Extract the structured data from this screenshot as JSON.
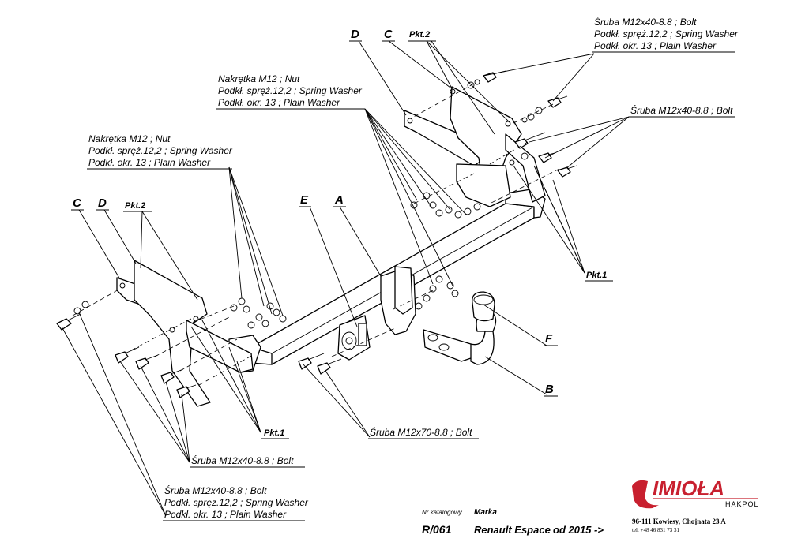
{
  "letters": {
    "D_top": "D",
    "C_top": "C",
    "pkt2_top": "Pkt.2",
    "C_left": "C",
    "D_left": "D",
    "pkt2_left": "Pkt.2",
    "E": "E",
    "A": "A",
    "F": "F",
    "B": "B",
    "pkt1_left": "Pkt.1",
    "pkt1_right": "Pkt.1"
  },
  "callouts": {
    "top_right_bolt": [
      "Śruba M12x40-8.8 ; Bolt",
      "Podkł. spręż.12,2 ; Spring Washer",
      "Podkł. okr. 13 ; Plain Washer"
    ],
    "right_bolt": "Śruba M12x40-8.8 ;  Bolt",
    "nut_top": [
      "Nakrętka  M12 ; Nut",
      "Podkł. spręż.12,2 ; Spring Washer",
      "Podkł. okr. 13 ; Plain Washer"
    ],
    "nut_left": [
      "Nakrętka  M12 ; Nut",
      "Podkł. spręż.12,2 ; Spring Washer",
      "Podkł. okr. 13 ; Plain Washer"
    ],
    "bolt_m70": "Śruba M12x70-8.8 ;  Bolt",
    "bolt_bottom": "Śruba M12x40-8.8 ;  Bolt",
    "bottom_left": [
      "Śruba M12x40-8.8 ;  Bolt",
      "Podkł. spręż.12,2 ; Spring Washer",
      "Podkł. okr. 13 ; Plain Washer"
    ]
  },
  "footer": {
    "catalog_label": "Nr katalogowy",
    "catalog_number": "R/061",
    "brand_label": "Marka",
    "model": "Renault Espace",
    "year": "od 2015 ->",
    "logo_text": "IMIOŁA",
    "logo_sub": "HAKPOL",
    "address": "96-111 Kowiesy, Chojnata 23 A",
    "phone": "tel. +48 46 831 73 31"
  },
  "colors": {
    "logo_red": "#c8202f",
    "ink": "#000000"
  }
}
